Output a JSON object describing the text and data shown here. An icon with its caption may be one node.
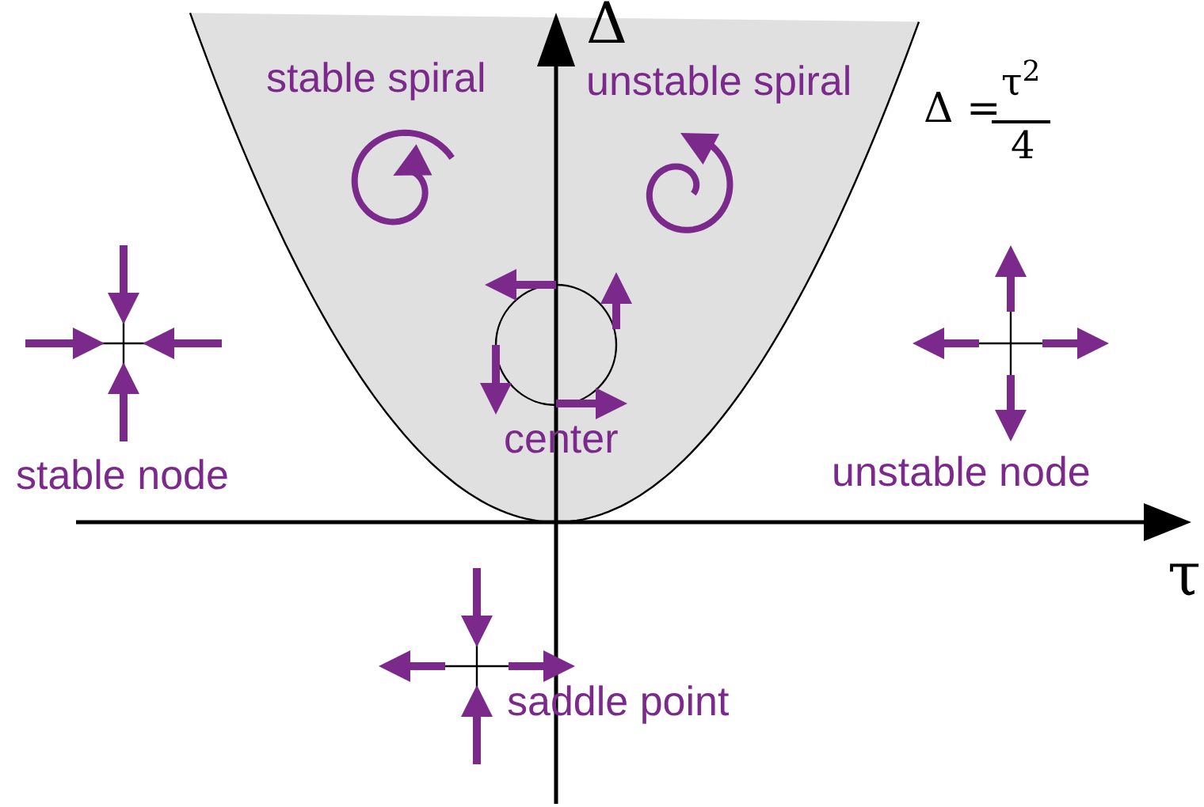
{
  "diagram": {
    "labels": [
      "Δ",
      "stable spiral",
      "unstable spiral",
      "Δ =",
      "τ$^{2}$",
      "4",
      "center",
      "stable node",
      "unstable node",
      "τ",
      "saddle point"
    ]
  }
}
